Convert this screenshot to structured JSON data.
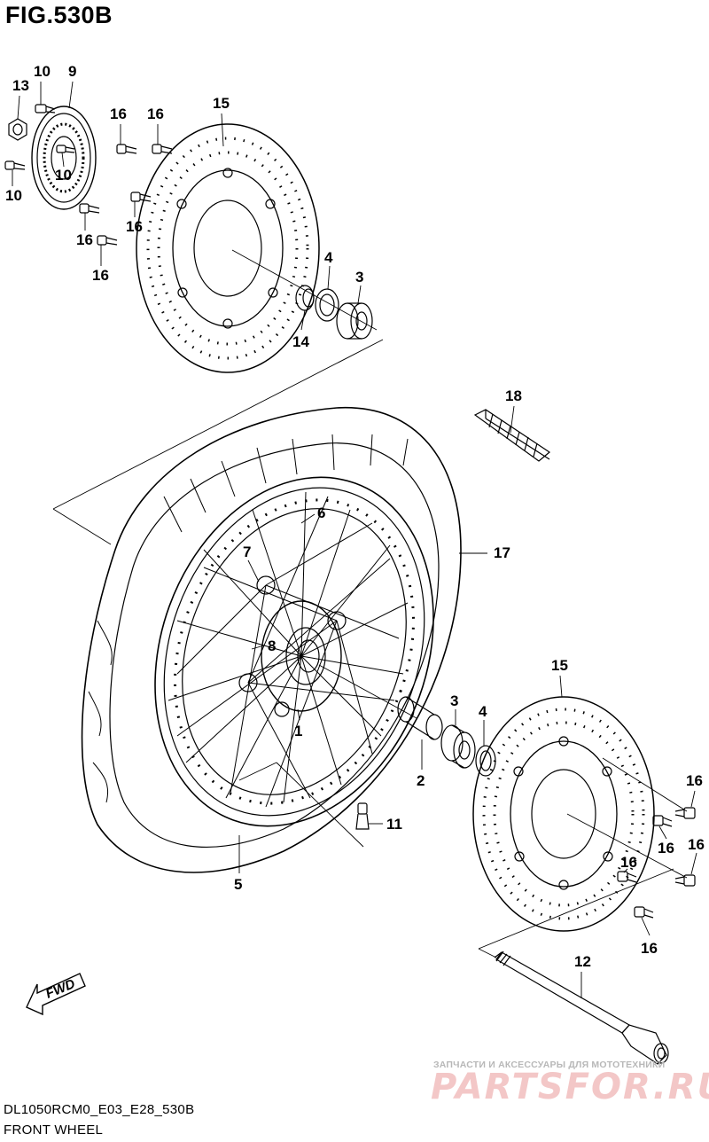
{
  "figure": {
    "title": "FIG.530B",
    "code": "DL1050RCM0_E03_E28_530B",
    "caption": "FRONT WHEEL",
    "fwd_label": "FWD"
  },
  "watermark": {
    "line1": "ЗАПЧАСТИ И АКСЕССУАРЫ ДЛЯ МОТОТЕХНИКИ",
    "line2": "PARTSFOR.RU"
  },
  "callouts": [
    {
      "id": "c13a",
      "label": "13"
    },
    {
      "id": "c10a",
      "label": "10"
    },
    {
      "id": "c9",
      "label": "9"
    },
    {
      "id": "c10b",
      "label": "10"
    },
    {
      "id": "c10c",
      "label": "10"
    },
    {
      "id": "c16a",
      "label": "16"
    },
    {
      "id": "c16b",
      "label": "16"
    },
    {
      "id": "c16c",
      "label": "16"
    },
    {
      "id": "c16d",
      "label": "16"
    },
    {
      "id": "c16e",
      "label": "16"
    },
    {
      "id": "c15a",
      "label": "15"
    },
    {
      "id": "c4a",
      "label": "4"
    },
    {
      "id": "c3a",
      "label": "3"
    },
    {
      "id": "c14",
      "label": "14"
    },
    {
      "id": "c18",
      "label": "18"
    },
    {
      "id": "c6",
      "label": "6"
    },
    {
      "id": "c17",
      "label": "17"
    },
    {
      "id": "c7",
      "label": "7"
    },
    {
      "id": "c8",
      "label": "8"
    },
    {
      "id": "c1",
      "label": "1"
    },
    {
      "id": "c15b",
      "label": "15"
    },
    {
      "id": "c3b",
      "label": "3"
    },
    {
      "id": "c4b",
      "label": "4"
    },
    {
      "id": "c2",
      "label": "2"
    },
    {
      "id": "c11",
      "label": "11"
    },
    {
      "id": "c5",
      "label": "5"
    },
    {
      "id": "c16f",
      "label": "16"
    },
    {
      "id": "c16g",
      "label": "16"
    },
    {
      "id": "c16h",
      "label": "16"
    },
    {
      "id": "c16i",
      "label": "16"
    },
    {
      "id": "c16j",
      "label": "16"
    },
    {
      "id": "c12",
      "label": "12"
    }
  ]
}
